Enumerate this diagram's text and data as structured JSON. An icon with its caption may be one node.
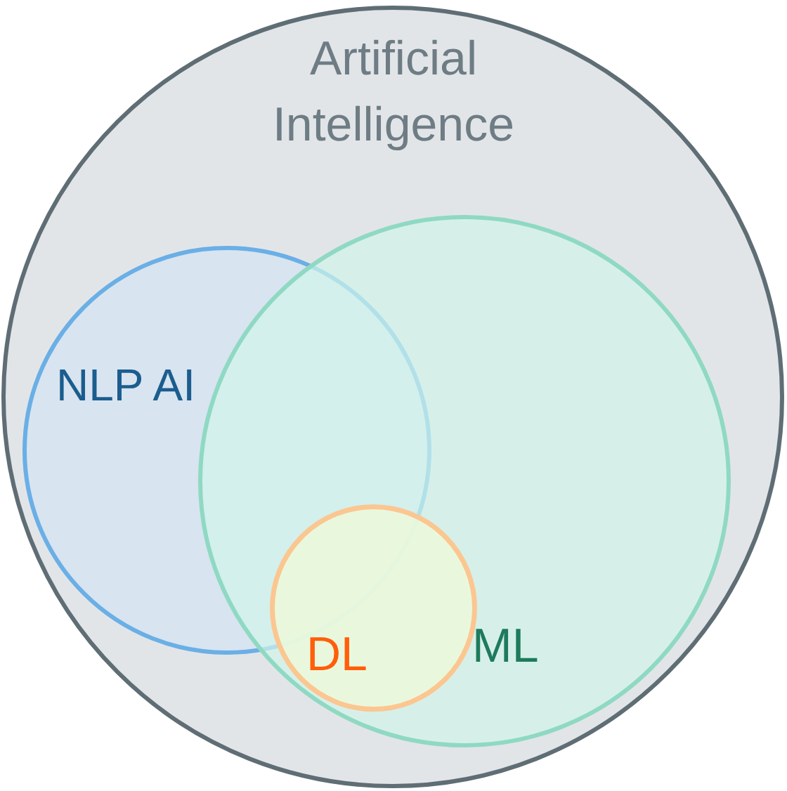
{
  "diagram": {
    "nodes": [
      {
        "text": [
          "Artificial Intelligence"
        ]
      },
      {
        "text": [
          "NLP AI"
        ],
        "in": 0
      },
      {
        "text": [
          "ML"
        ],
        "in": 0
      },
      {
        "text": [
          "DL"
        ],
        "in": 2
      }
    ]
  }
}
